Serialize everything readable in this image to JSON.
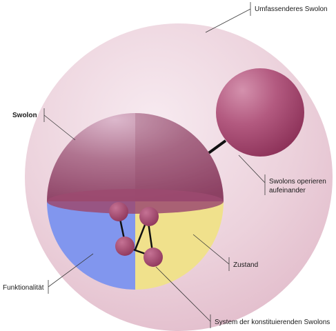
{
  "labels": {
    "outer": "Umfassenderes Swolon",
    "swolon": "Swolon",
    "operate_line1": "Swolons operieren",
    "operate_line2": "aufeinander",
    "state": "Zustand",
    "function": "Funktionalität",
    "system": "System der konstituierenden Swolons"
  },
  "colors": {
    "outer_sphere": "#e9c6d2",
    "swolon_top": "#a05a7c",
    "swolon_top_highlight": "#d6a9c2",
    "function_blue": "#7f93ec",
    "state_yellow": "#efe08a",
    "small_sphere": "#a8476e",
    "node": "#9a3d62",
    "connector": "#1a1a1a"
  }
}
